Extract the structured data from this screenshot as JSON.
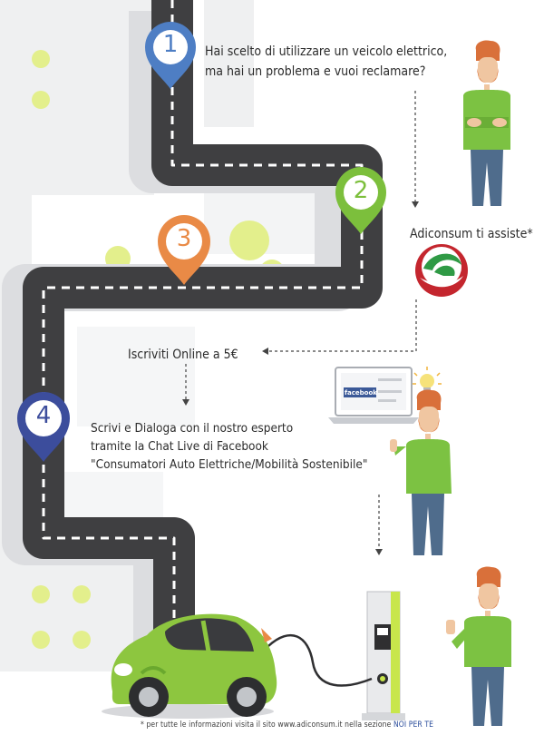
{
  "steps": [
    {
      "number": "1",
      "color": "#4e7ec4",
      "text_lines": [
        "Hai scelto di utilizzare un veicolo elettrico,",
        "ma hai un problema e vuoi reclamare?"
      ]
    },
    {
      "number": "2",
      "color": "#7cbf3c"
    },
    {
      "number": "3",
      "color": "#e98a46"
    },
    {
      "number": "4",
      "color": "#3c4d9c",
      "text_lines": [
        "Scrivi e Dialoga con il nostro esperto",
        "tramite la Chat Live di Facebook",
        "\"Consumatori Auto Elettriche/Mobilità Sostenibile\""
      ]
    }
  ],
  "assist_label": "Adiconsum ti assiste*",
  "subscribe_label": "Iscriviti Online a 5€",
  "laptop_screen_text": "facebook",
  "footer": {
    "prefix": "* per tutte le informazioni visita il sito www.adiconsum.it nella sezione ",
    "highlight": "NOI PER TE"
  },
  "colors": {
    "road": "#3f3f41",
    "road_shadow": "#d9dadc",
    "map_block": "#eeeff0",
    "map_dot": "#e2ee8a",
    "car_body": "#8dc63f",
    "shirt": "#7cc242",
    "jeans": "#4f6c8c",
    "hair": "#d9703a"
  },
  "icons": [
    "map-pin-icon",
    "person-icon",
    "adiconsum-logo",
    "laptop-icon",
    "lightbulb-icon",
    "electric-car-icon",
    "charging-station-icon"
  ]
}
